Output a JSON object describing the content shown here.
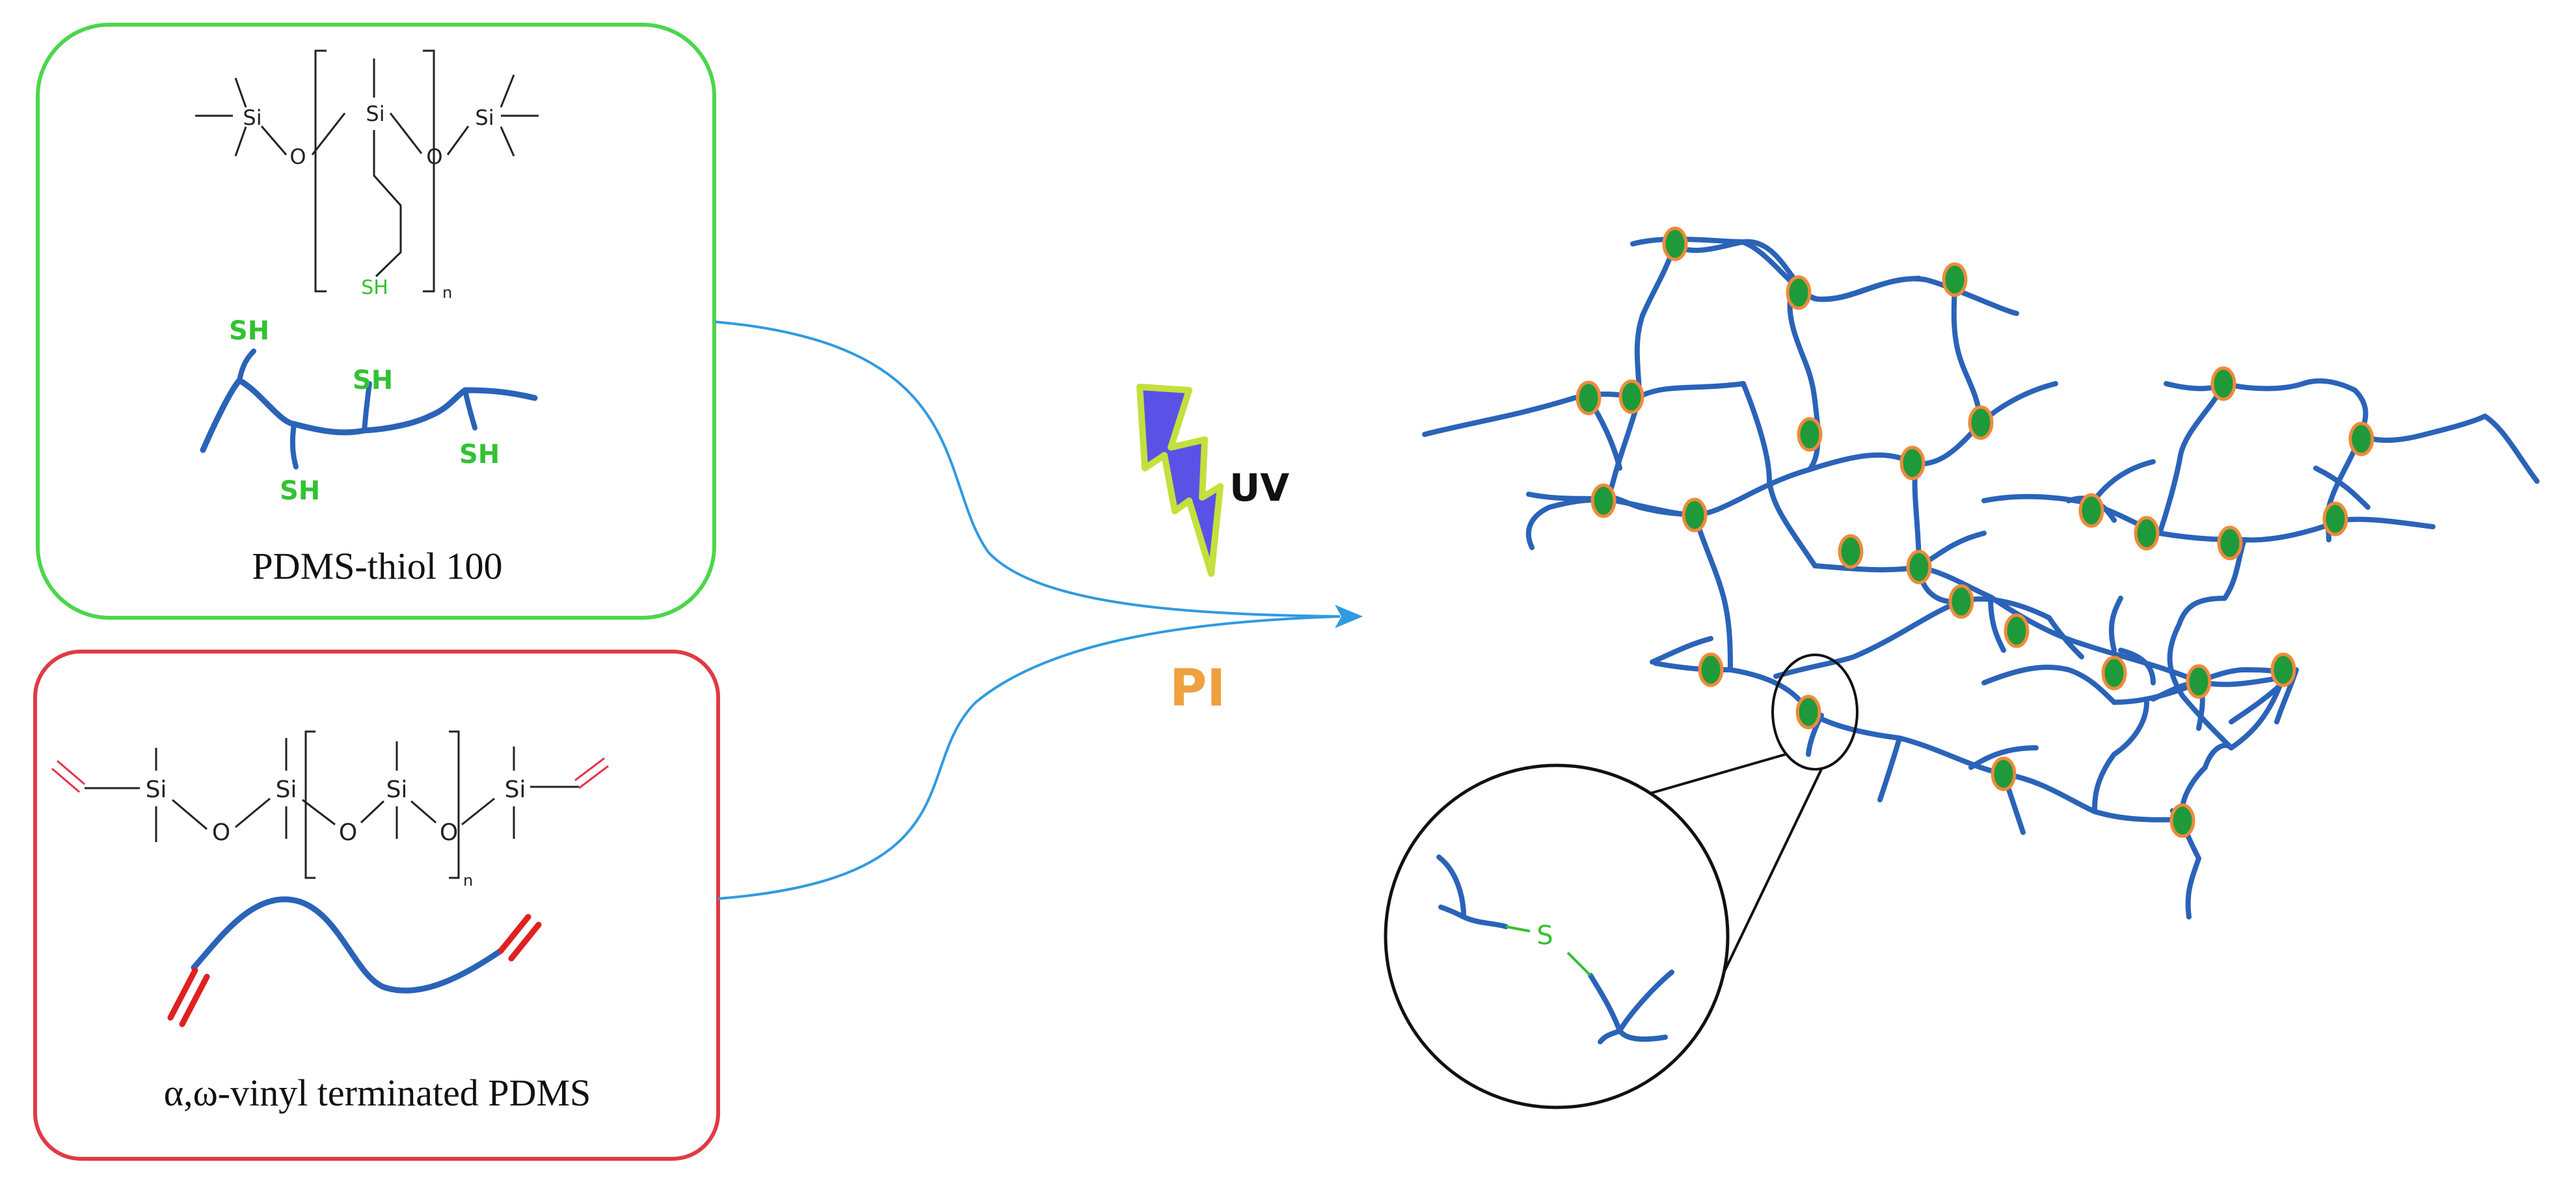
{
  "thiol_box": {
    "label": "PDMS-thiol 100",
    "atom_si": "Si",
    "atom_o": "O",
    "atom_sh": "SH",
    "subscript_n": "n",
    "border_color": "#4cd64c",
    "sh_color": "#33c233"
  },
  "vinyl_box": {
    "label": "α,ω-vinyl terminated PDMS",
    "atom_si": "Si",
    "atom_o": "O",
    "subscript_n": "n",
    "border_color": "#e03a45",
    "vinyl_color": "#e8324a"
  },
  "reaction": {
    "uv_label": "UV",
    "pi_label": "PI",
    "pi_color": "#f0a040",
    "arrow_color": "#2f9be0",
    "bolt_fill": "#5a52e6",
    "bolt_outline": "#c4e03c"
  },
  "network": {
    "chain_color": "#2a63b8",
    "node_fill": "#1f9a3a",
    "node_outline": "#f08a3a",
    "zoom_atom": "S",
    "zoom_color": "#33c233"
  }
}
